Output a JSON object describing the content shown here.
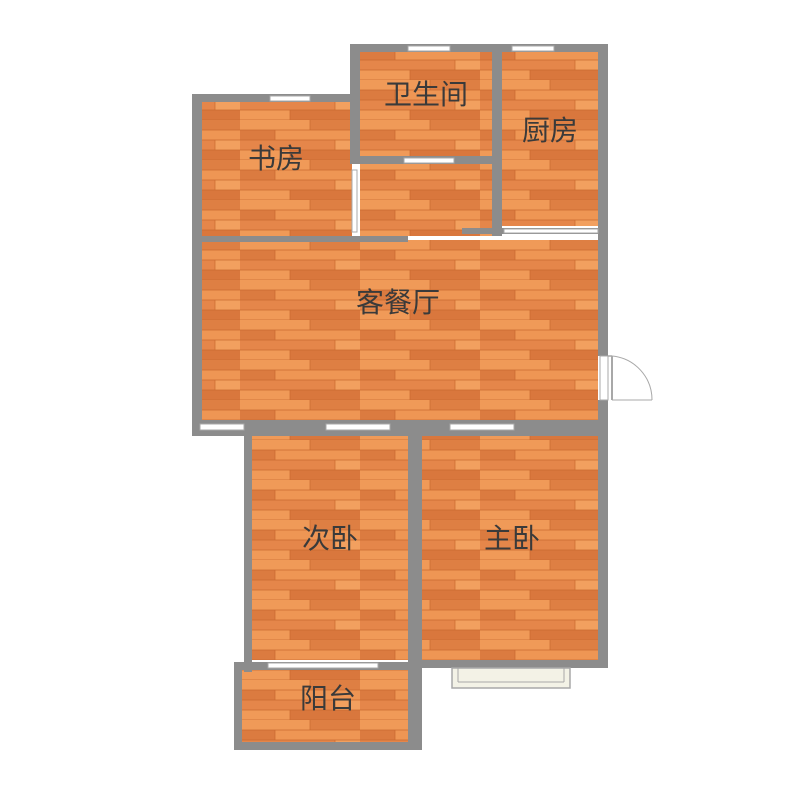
{
  "floorplan": {
    "rooms": [
      {
        "id": "bathroom",
        "label": "卫生间"
      },
      {
        "id": "kitchen",
        "label": "厨房"
      },
      {
        "id": "study",
        "label": "书房"
      },
      {
        "id": "living-dining",
        "label": "客餐厅"
      },
      {
        "id": "second-bedroom",
        "label": "次卧"
      },
      {
        "id": "master-bedroom",
        "label": "主卧"
      },
      {
        "id": "balcony",
        "label": "阳台"
      }
    ],
    "colors": {
      "floor_base": "#e8894a",
      "floor_light": "#f09a58",
      "floor_dark": "#d9773d",
      "plank_line": "#c9692f",
      "wall": "#8c8c8c",
      "window_frame": "#a8a8a8",
      "window_fill": "#ffffff",
      "bay_window_fill": "#f3f2e6",
      "label_text": "#3a3a3a"
    }
  }
}
